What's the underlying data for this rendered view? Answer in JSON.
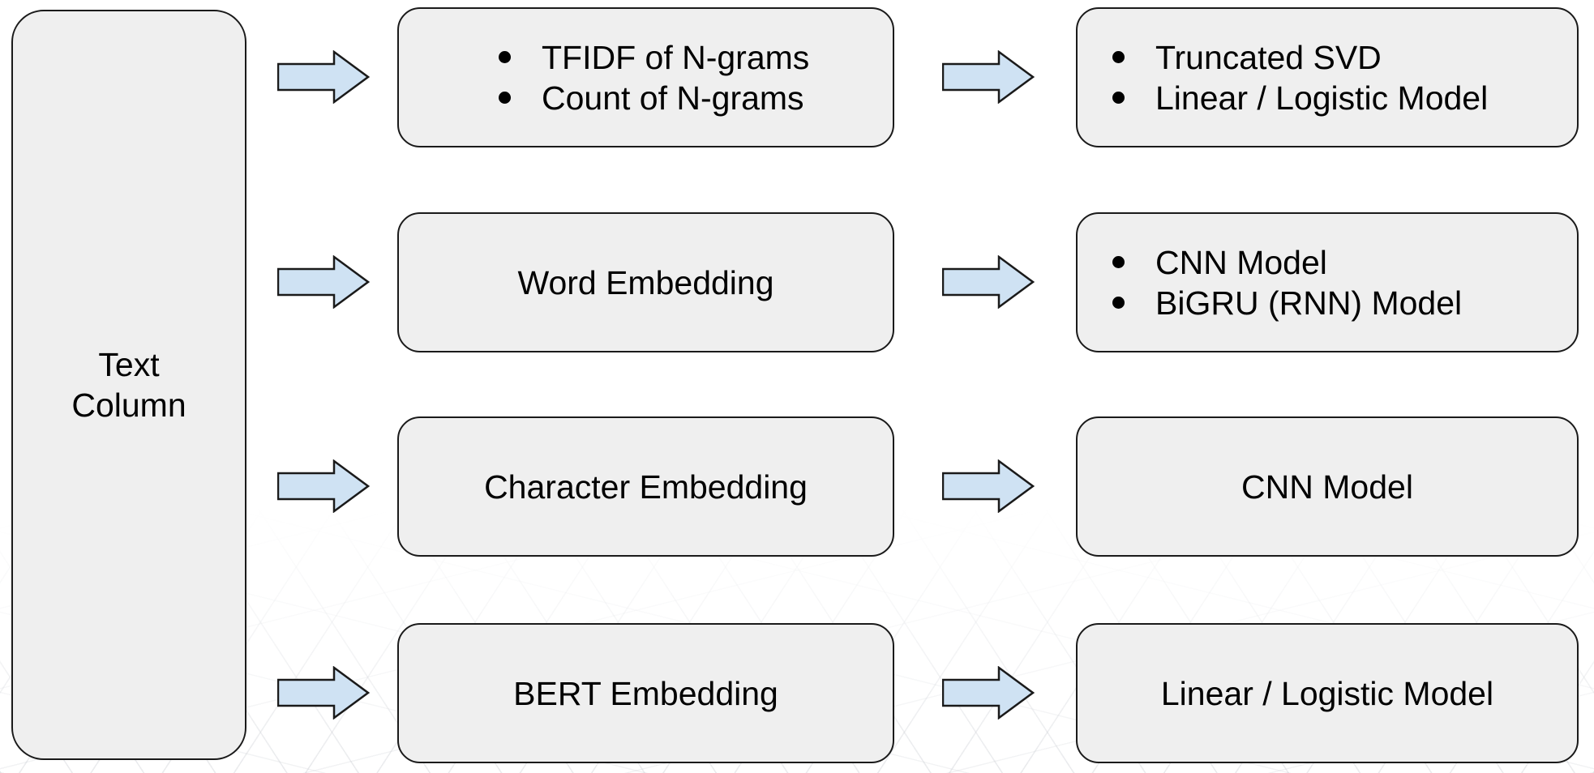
{
  "left_box": {
    "label": "Text\nColumn"
  },
  "rows": [
    {
      "middle": {
        "items": [
          "TFIDF of N-grams",
          "Count of N-grams"
        ]
      },
      "right": {
        "items": [
          "Truncated SVD",
          "Linear / Logistic Model"
        ]
      }
    },
    {
      "middle": {
        "label": "Word Embedding"
      },
      "right": {
        "items": [
          "CNN Model",
          "BiGRU (RNN) Model"
        ]
      }
    },
    {
      "middle": {
        "label": "Character Embedding"
      },
      "right": {
        "label": "CNN Model"
      }
    },
    {
      "middle": {
        "label": "BERT Embedding"
      },
      "right": {
        "label": "Linear / Logistic Model"
      }
    }
  ],
  "icons": {
    "arrow_right": "block right arrow",
    "bullet": "●"
  },
  "colors": {
    "background": "#ffffff",
    "box_fill": "#efefef",
    "box_border": "#1a1a1a",
    "arrow_fill": "#cfe2f3",
    "arrow_border": "#1a1a1a",
    "text": "#000000"
  }
}
